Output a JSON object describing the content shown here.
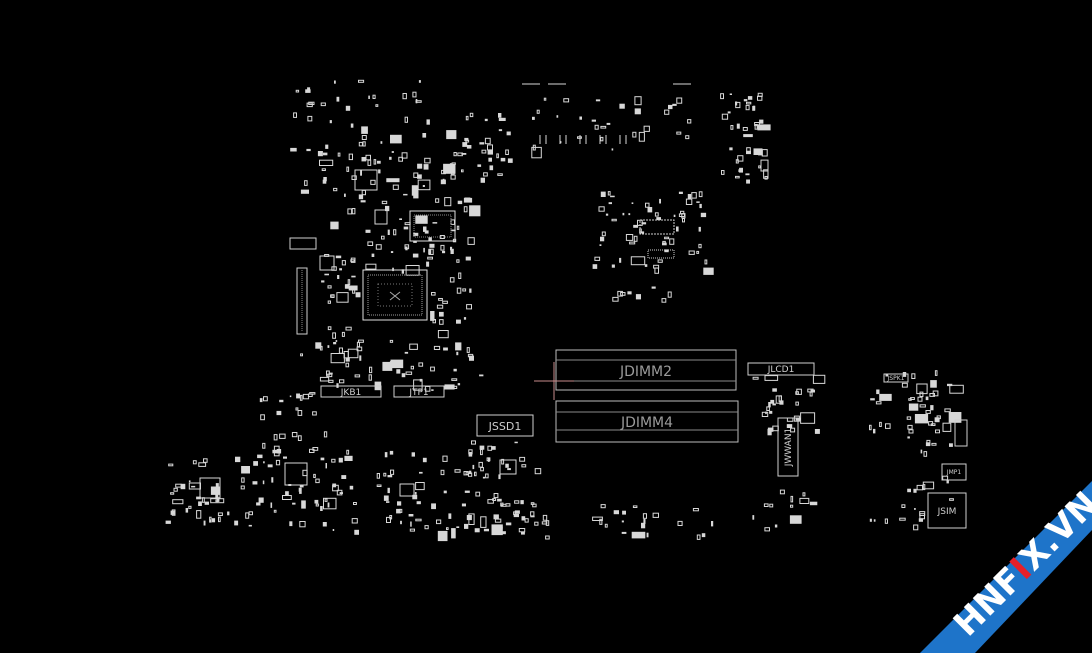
{
  "labels": {
    "jdimm2": "JDIMM2",
    "jdimm4": "JDIMM4",
    "jssd1": "JSSD1",
    "jlcd1": "JLCD1",
    "jkb1": "JKB1",
    "jtp1": "JTP1",
    "jwwan1": "JWWAN1",
    "jsim": "JSIM",
    "jspk1": "JSPK1",
    "jmp1": "JMP1"
  },
  "watermark": {
    "text_a": "HNF",
    "text_x": "I",
    "text_b": "X.VN",
    "band_color": "#1e74c9",
    "accent_color": "#e8202a"
  },
  "colors": {
    "background": "#000000",
    "trace": "#d8d8d8",
    "connector": "#bdbdbd",
    "cursor": "#c98b8b"
  }
}
